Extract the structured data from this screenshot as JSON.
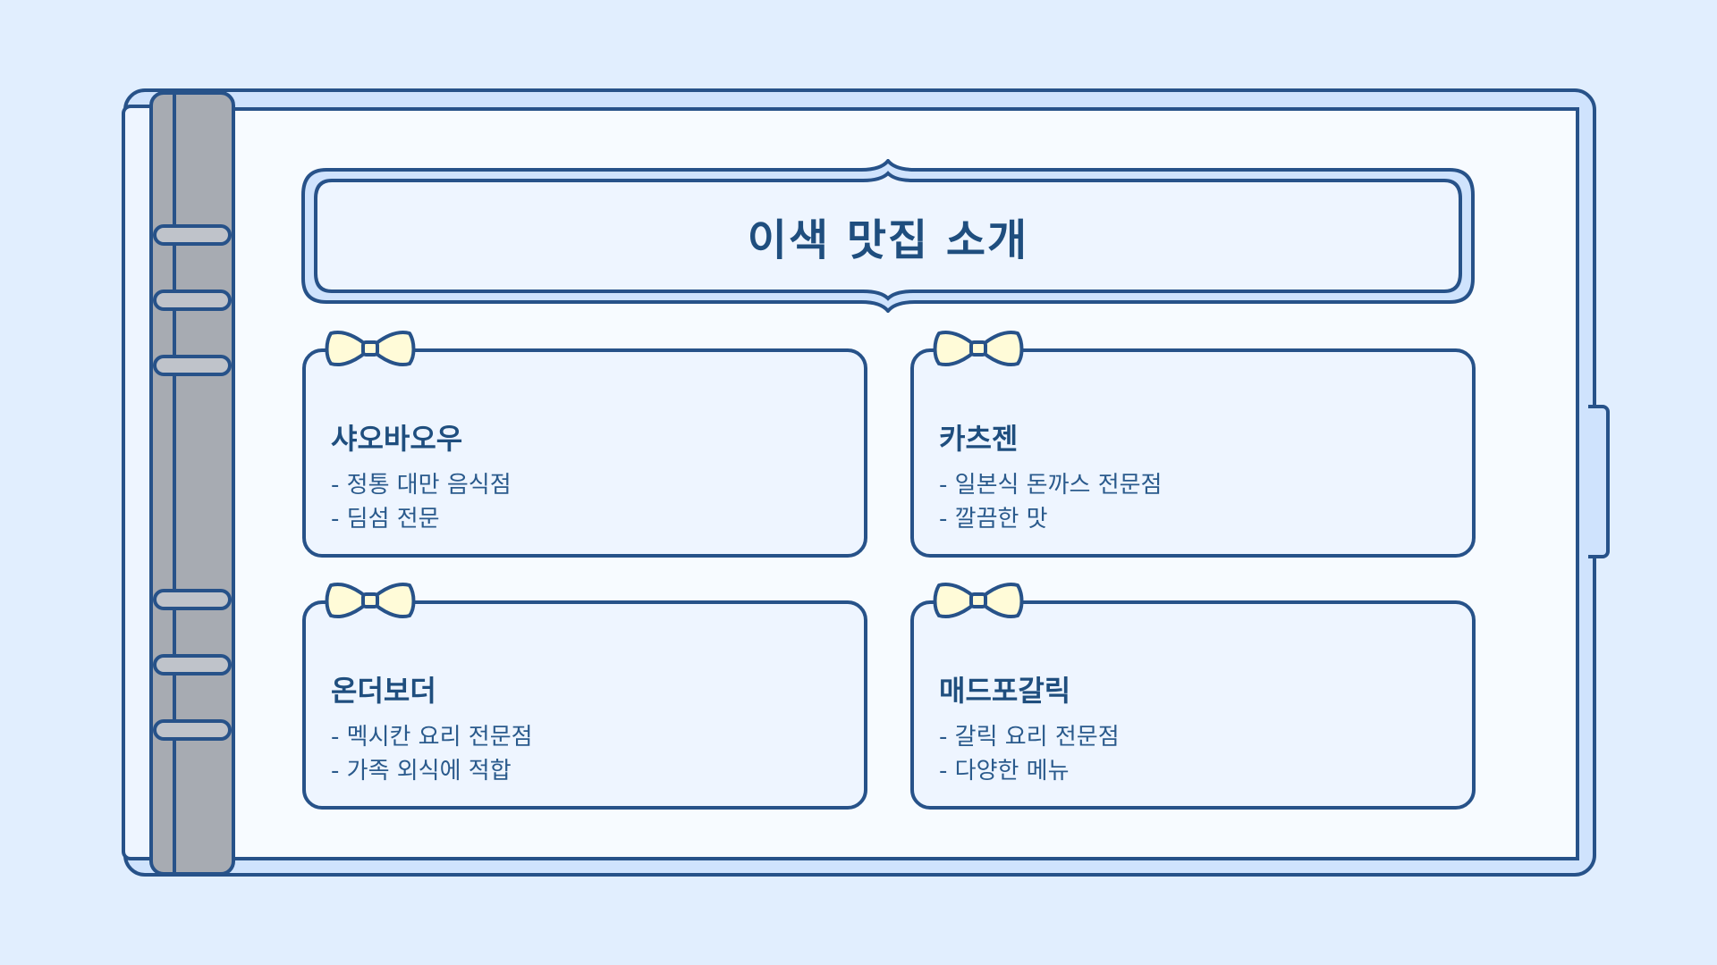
{
  "title": "이색 맛집 소개",
  "restaurants": [
    {
      "name": "샤오바오우",
      "lines": [
        "- 정통 대만 음식점",
        "- 딤섬 전문"
      ]
    },
    {
      "name": "카츠젠",
      "lines": [
        "- 일본식 돈까스 전문점",
        "- 깔끔한 맛"
      ]
    },
    {
      "name": "온더보더",
      "lines": [
        "- 멕시칸 요리 전문점",
        "- 가족 외식에 적합"
      ]
    },
    {
      "name": "매드포갈릭",
      "lines": [
        "- 갈릭 요리 전문점",
        "- 다양한 메뉴"
      ]
    }
  ],
  "colors": {
    "background": "#e1eefe",
    "outline": "#275289",
    "page": "#f7fbff",
    "card": "#eef5ff",
    "spine": "#a7abb2",
    "bow": "#fffbd8",
    "title": "#1f4e7e"
  },
  "icons": [
    "binder-ring-icon",
    "bow-icon"
  ]
}
